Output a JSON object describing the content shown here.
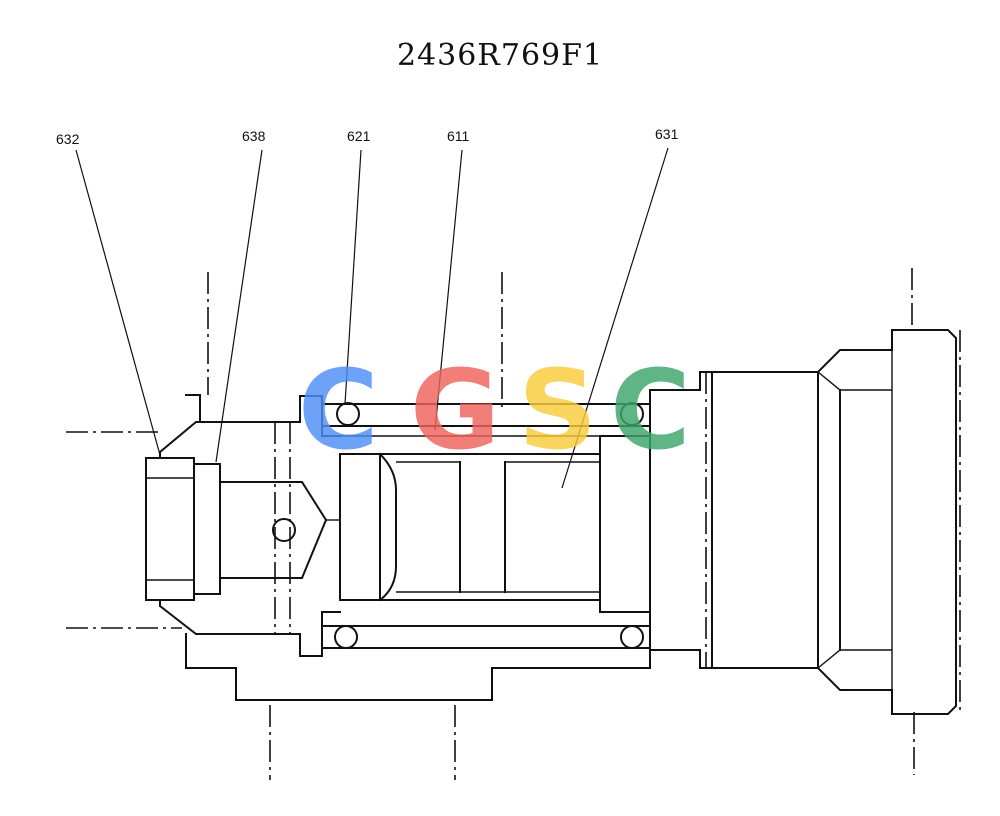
{
  "title": "2436R769F1",
  "part_labels": [
    {
      "id": "632",
      "text": "632"
    },
    {
      "id": "638",
      "text": "638"
    },
    {
      "id": "621",
      "text": "621"
    },
    {
      "id": "611",
      "text": "611"
    },
    {
      "id": "631",
      "text": "631"
    }
  ],
  "watermark": {
    "letters": [
      {
        "text": "C",
        "color": "#4f8ef7"
      },
      {
        "text": "G",
        "color": "#f0625c"
      },
      {
        "text": "S",
        "color": "#f9cc3b"
      },
      {
        "text": "C",
        "color": "#3da66b"
      }
    ]
  }
}
